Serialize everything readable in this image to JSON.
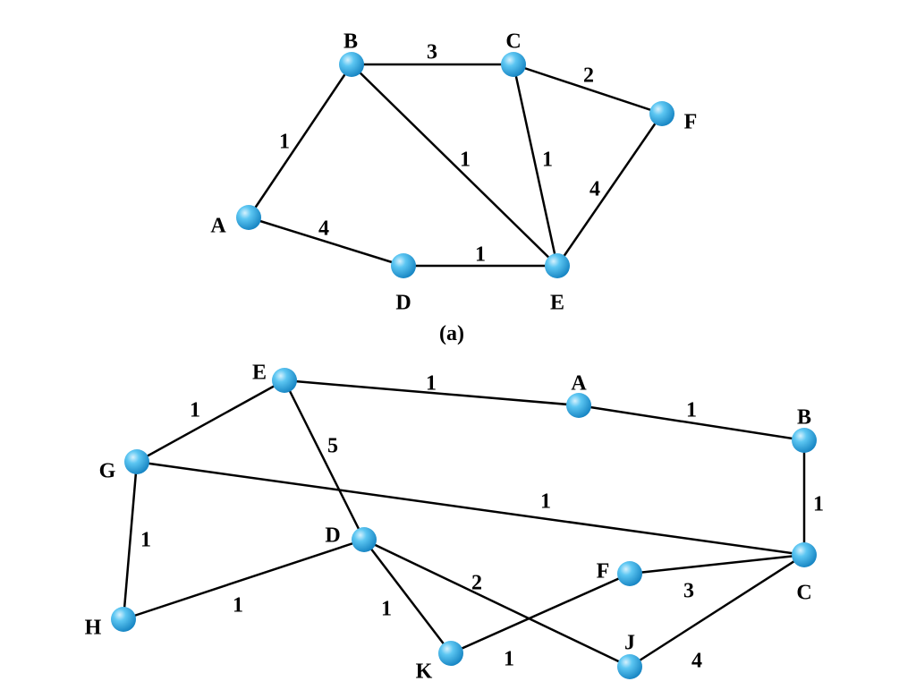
{
  "graph_a": {
    "caption": "(a)",
    "nodes": [
      {
        "id": "A",
        "label": "A"
      },
      {
        "id": "B",
        "label": "B"
      },
      {
        "id": "C",
        "label": "C"
      },
      {
        "id": "D",
        "label": "D"
      },
      {
        "id": "E",
        "label": "E"
      },
      {
        "id": "F",
        "label": "F"
      }
    ],
    "edges": [
      {
        "from": "A",
        "to": "B",
        "weight": "1"
      },
      {
        "from": "B",
        "to": "C",
        "weight": "3"
      },
      {
        "from": "C",
        "to": "F",
        "weight": "2"
      },
      {
        "from": "B",
        "to": "E",
        "weight": "1"
      },
      {
        "from": "C",
        "to": "E",
        "weight": "1"
      },
      {
        "from": "F",
        "to": "E",
        "weight": "4"
      },
      {
        "from": "A",
        "to": "D",
        "weight": "4"
      },
      {
        "from": "D",
        "to": "E",
        "weight": "1"
      }
    ]
  },
  "graph_b": {
    "nodes": [
      {
        "id": "E",
        "label": "E"
      },
      {
        "id": "A",
        "label": "A"
      },
      {
        "id": "B",
        "label": "B"
      },
      {
        "id": "G",
        "label": "G"
      },
      {
        "id": "C",
        "label": "C"
      },
      {
        "id": "D",
        "label": "D"
      },
      {
        "id": "F",
        "label": "F"
      },
      {
        "id": "H",
        "label": "H"
      },
      {
        "id": "K",
        "label": "K"
      },
      {
        "id": "J",
        "label": "J"
      }
    ],
    "edges": [
      {
        "from": "G",
        "to": "E",
        "weight": "1"
      },
      {
        "from": "E",
        "to": "A",
        "weight": "1"
      },
      {
        "from": "A",
        "to": "B",
        "weight": "1"
      },
      {
        "from": "E",
        "to": "D",
        "weight": "5"
      },
      {
        "from": "G",
        "to": "C",
        "weight": "1"
      },
      {
        "from": "B",
        "to": "C",
        "weight": "1"
      },
      {
        "from": "G",
        "to": "H",
        "weight": "1"
      },
      {
        "from": "H",
        "to": "D",
        "weight": "1"
      },
      {
        "from": "D",
        "to": "K",
        "weight": "1"
      },
      {
        "from": "D",
        "to": "J",
        "weight": "2"
      },
      {
        "from": "F",
        "to": "C",
        "weight": "3"
      },
      {
        "from": "K",
        "to": "F",
        "weight": "1"
      },
      {
        "from": "J",
        "to": "C",
        "weight": "4"
      }
    ]
  },
  "colors": {
    "node_fill": "#3fb6ec",
    "node_highlight": "#bfe8fb",
    "node_shadow": "#1b86c2",
    "edge": "#000000"
  }
}
